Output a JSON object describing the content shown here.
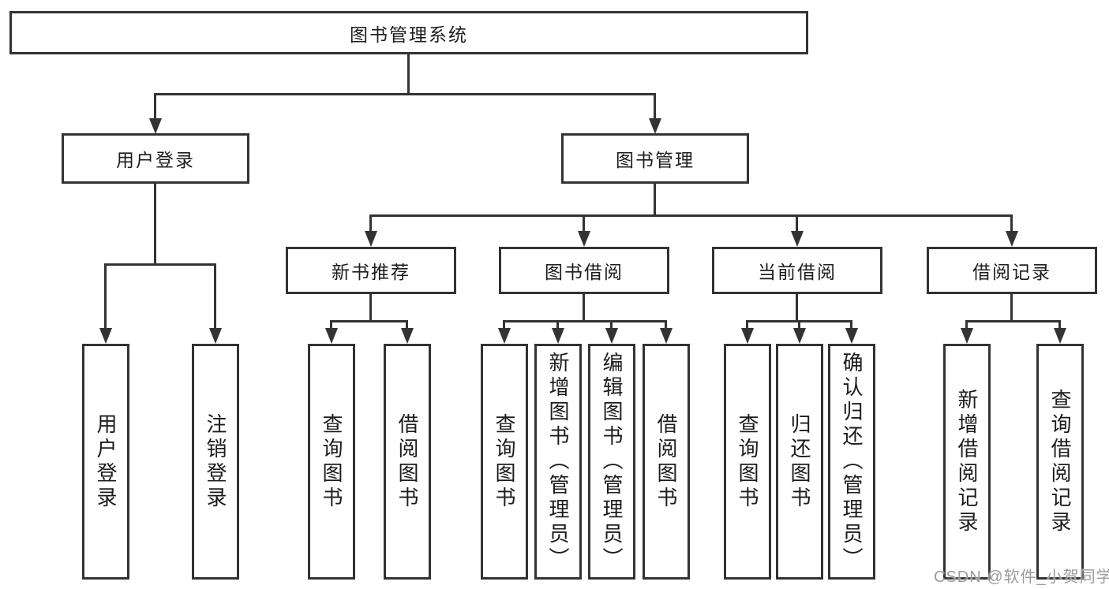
{
  "tree": {
    "root": {
      "label": "图书管理系统"
    },
    "branches": [
      {
        "label": "用户登录",
        "children": [
          {
            "label": "用户登录"
          },
          {
            "label": "注销登录"
          }
        ]
      },
      {
        "label": "图书管理",
        "groups": [
          {
            "label": "新书推荐",
            "children": [
              {
                "label": "查询图书"
              },
              {
                "label": "借阅图书"
              }
            ]
          },
          {
            "label": "图书借阅",
            "children": [
              {
                "label": "查询图书"
              },
              {
                "label": "新增图书（管理员）"
              },
              {
                "label": "编辑图书（管理员）"
              },
              {
                "label": "借阅图书"
              }
            ]
          },
          {
            "label": "当前借阅",
            "children": [
              {
                "label": "查询图书"
              },
              {
                "label": "归还图书"
              },
              {
                "label": "确认归还（管理员）"
              }
            ]
          },
          {
            "label": "借阅记录",
            "children": [
              {
                "label": "新增借阅记录"
              },
              {
                "label": "查询借阅记录"
              }
            ]
          }
        ]
      }
    ]
  },
  "watermark": {
    "text": "CSDN @软件_小贺同学"
  },
  "colors": {
    "line": "#333333",
    "text": "#1c1c1c",
    "bg": "#ffffff",
    "wm": "#9b9b9b"
  }
}
